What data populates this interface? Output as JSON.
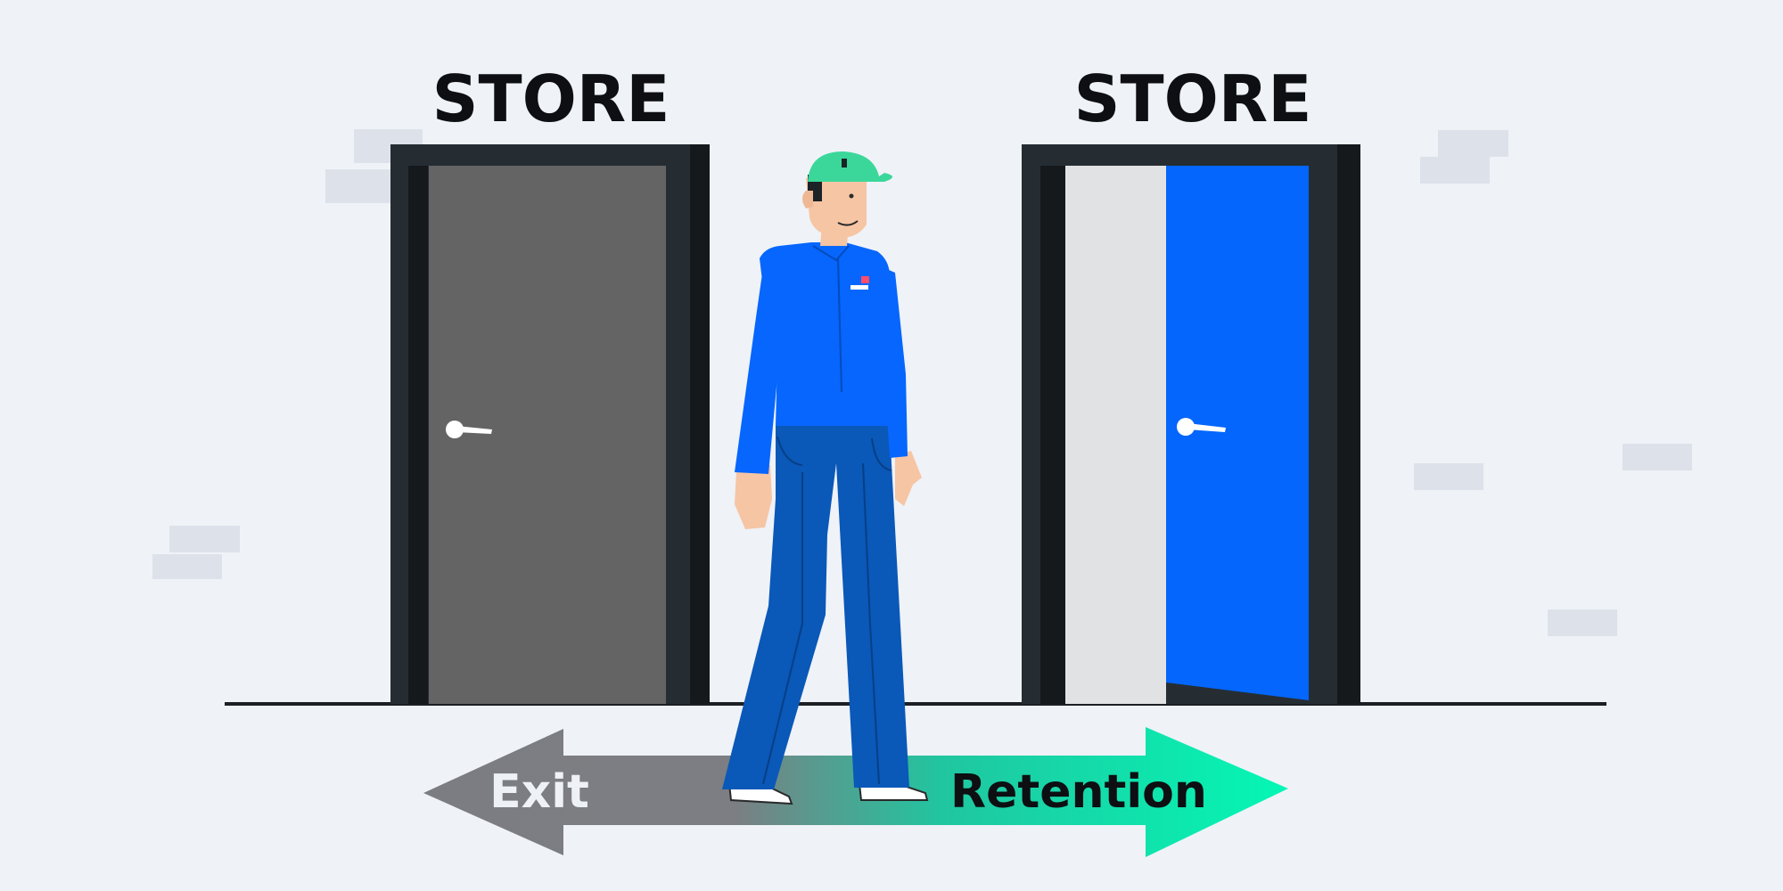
{
  "signs": {
    "left_store": "STORE",
    "right_store": "STORE"
  },
  "arrows": {
    "exit_label": "Exit",
    "retention_label": "Retention"
  },
  "colors": {
    "background": "#eff2f7",
    "door_frame": "#252d33",
    "closed_door": "#646464",
    "open_door": "#0466fd",
    "exit_arrow": "#7b7d82",
    "retention_arrow": "#04f5b3",
    "shirt": "#0666fd",
    "pants": "#0a58b8",
    "cap": "#3bd79a"
  }
}
